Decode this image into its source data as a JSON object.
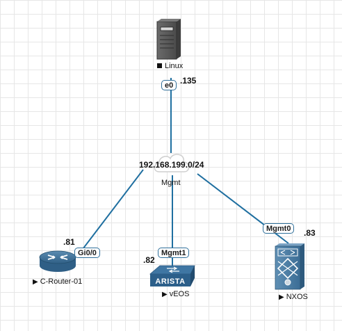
{
  "colors": {
    "link": "#1f6fa0",
    "port_border": "#2e6f9a",
    "grid": "#e6e6e6"
  },
  "network": {
    "subnet": "192.168.199.0/24",
    "name": "Mgmt"
  },
  "nodes": {
    "linux": {
      "label": "Linux",
      "port": "e0",
      "addr": ".135",
      "icon": "server-icon",
      "marker": "square"
    },
    "router": {
      "label": "C-Router-01",
      "port": "Gi0/0",
      "addr": ".81",
      "icon": "router-icon",
      "marker": "play"
    },
    "veos": {
      "label": "vEOS",
      "port": "Mgmt1",
      "addr": ".82",
      "icon": "arista-switch-icon",
      "brand": "ARISTA",
      "marker": "play"
    },
    "nxos": {
      "label": "NXOS",
      "port": "Mgmt0",
      "addr": ".83",
      "icon": "nexus-switch-icon",
      "marker": "play"
    }
  },
  "marker_glyph": "▶"
}
